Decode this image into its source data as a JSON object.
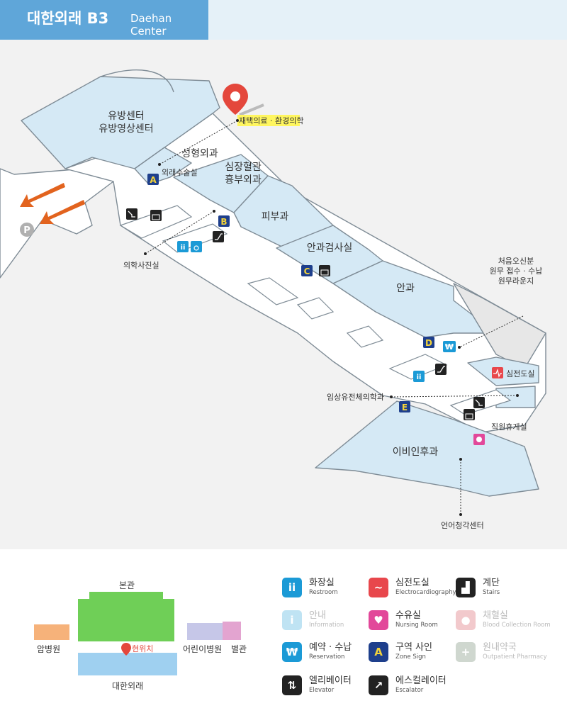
{
  "header": {
    "title_ko": "대한외래 B3",
    "title_en": "Daehan Center"
  },
  "map": {
    "rooms": {
      "breast": [
        "유방센터",
        "유방영상센터"
      ],
      "homecare": "재택의료 · 환경의학",
      "plastic": "성형외과",
      "surgery_room": "외래수술실",
      "cardio": [
        "심장혈관",
        "흉부외과"
      ],
      "derm": "피부과",
      "eye_exam": "안과검사실",
      "eye": "안과",
      "first_visit": [
        "처음오신분",
        "원무 접수 · 수납",
        "원무라운지"
      ],
      "ecg": "심전도실",
      "genetics": "임상유전체의학과",
      "staff": "직원휴게실",
      "ent": "이비인후과",
      "hearing": "언어청각센터",
      "lounge": "의학사진실"
    },
    "zones": [
      "A",
      "B",
      "C",
      "D",
      "E"
    ],
    "parking_label": "P",
    "won_symbol": "₩"
  },
  "minimap": {
    "main": "본관",
    "cancer": "암병원",
    "here": "현위치",
    "children": "어린이병원",
    "annex": "별관",
    "daehan": "대한외래"
  },
  "legend": [
    {
      "ko": "화장실",
      "en": "Restroom",
      "icon": "restroom-icon",
      "color": "#1b9ad6",
      "dim": false
    },
    {
      "ko": "심전도실",
      "en": "Electrocardiography",
      "icon": "ecg-icon",
      "color": "#e8474c",
      "dim": false
    },
    {
      "ko": "계단",
      "en": "Stairs",
      "icon": "stairs-icon",
      "color": "#222222",
      "dim": false
    },
    {
      "ko": "안내",
      "en": "Information",
      "icon": "info-icon",
      "color": "#bfe3f3",
      "dim": true
    },
    {
      "ko": "수유실",
      "en": "Nursing Room",
      "icon": "nursing-icon",
      "color": "#e2489a",
      "dim": false
    },
    {
      "ko": "채혈실",
      "en": "Blood Collection Room",
      "icon": "blood-icon",
      "color": "#f2c9cc",
      "dim": true
    },
    {
      "ko": "예약 · 수납",
      "en": "Reservation",
      "icon": "won-icon",
      "color": "#1b9ad6",
      "dim": false
    },
    {
      "ko": "구역 사인",
      "en": "Zone Sign",
      "icon": "zone-sign-icon",
      "color": "#1e3f8c",
      "dim": false
    },
    {
      "ko": "원내약국",
      "en": "Outpatient Pharmacy",
      "icon": "pharmacy-icon",
      "color": "#cfd7cf",
      "dim": true
    },
    {
      "ko": "엘리베이터",
      "en": "Elevator",
      "icon": "elevator-icon",
      "color": "#222222",
      "dim": false
    },
    {
      "ko": "에스컬레이터",
      "en": "Escalator",
      "icon": "escalator-icon",
      "color": "#222222",
      "dim": false
    }
  ],
  "colors": {
    "header": "#5fa6d9",
    "room": "#d5e9f5",
    "corridor": "#ffffff",
    "zone": "#1e3f8c",
    "zone_text": "#f2d33b",
    "pin": "#e4473c"
  }
}
